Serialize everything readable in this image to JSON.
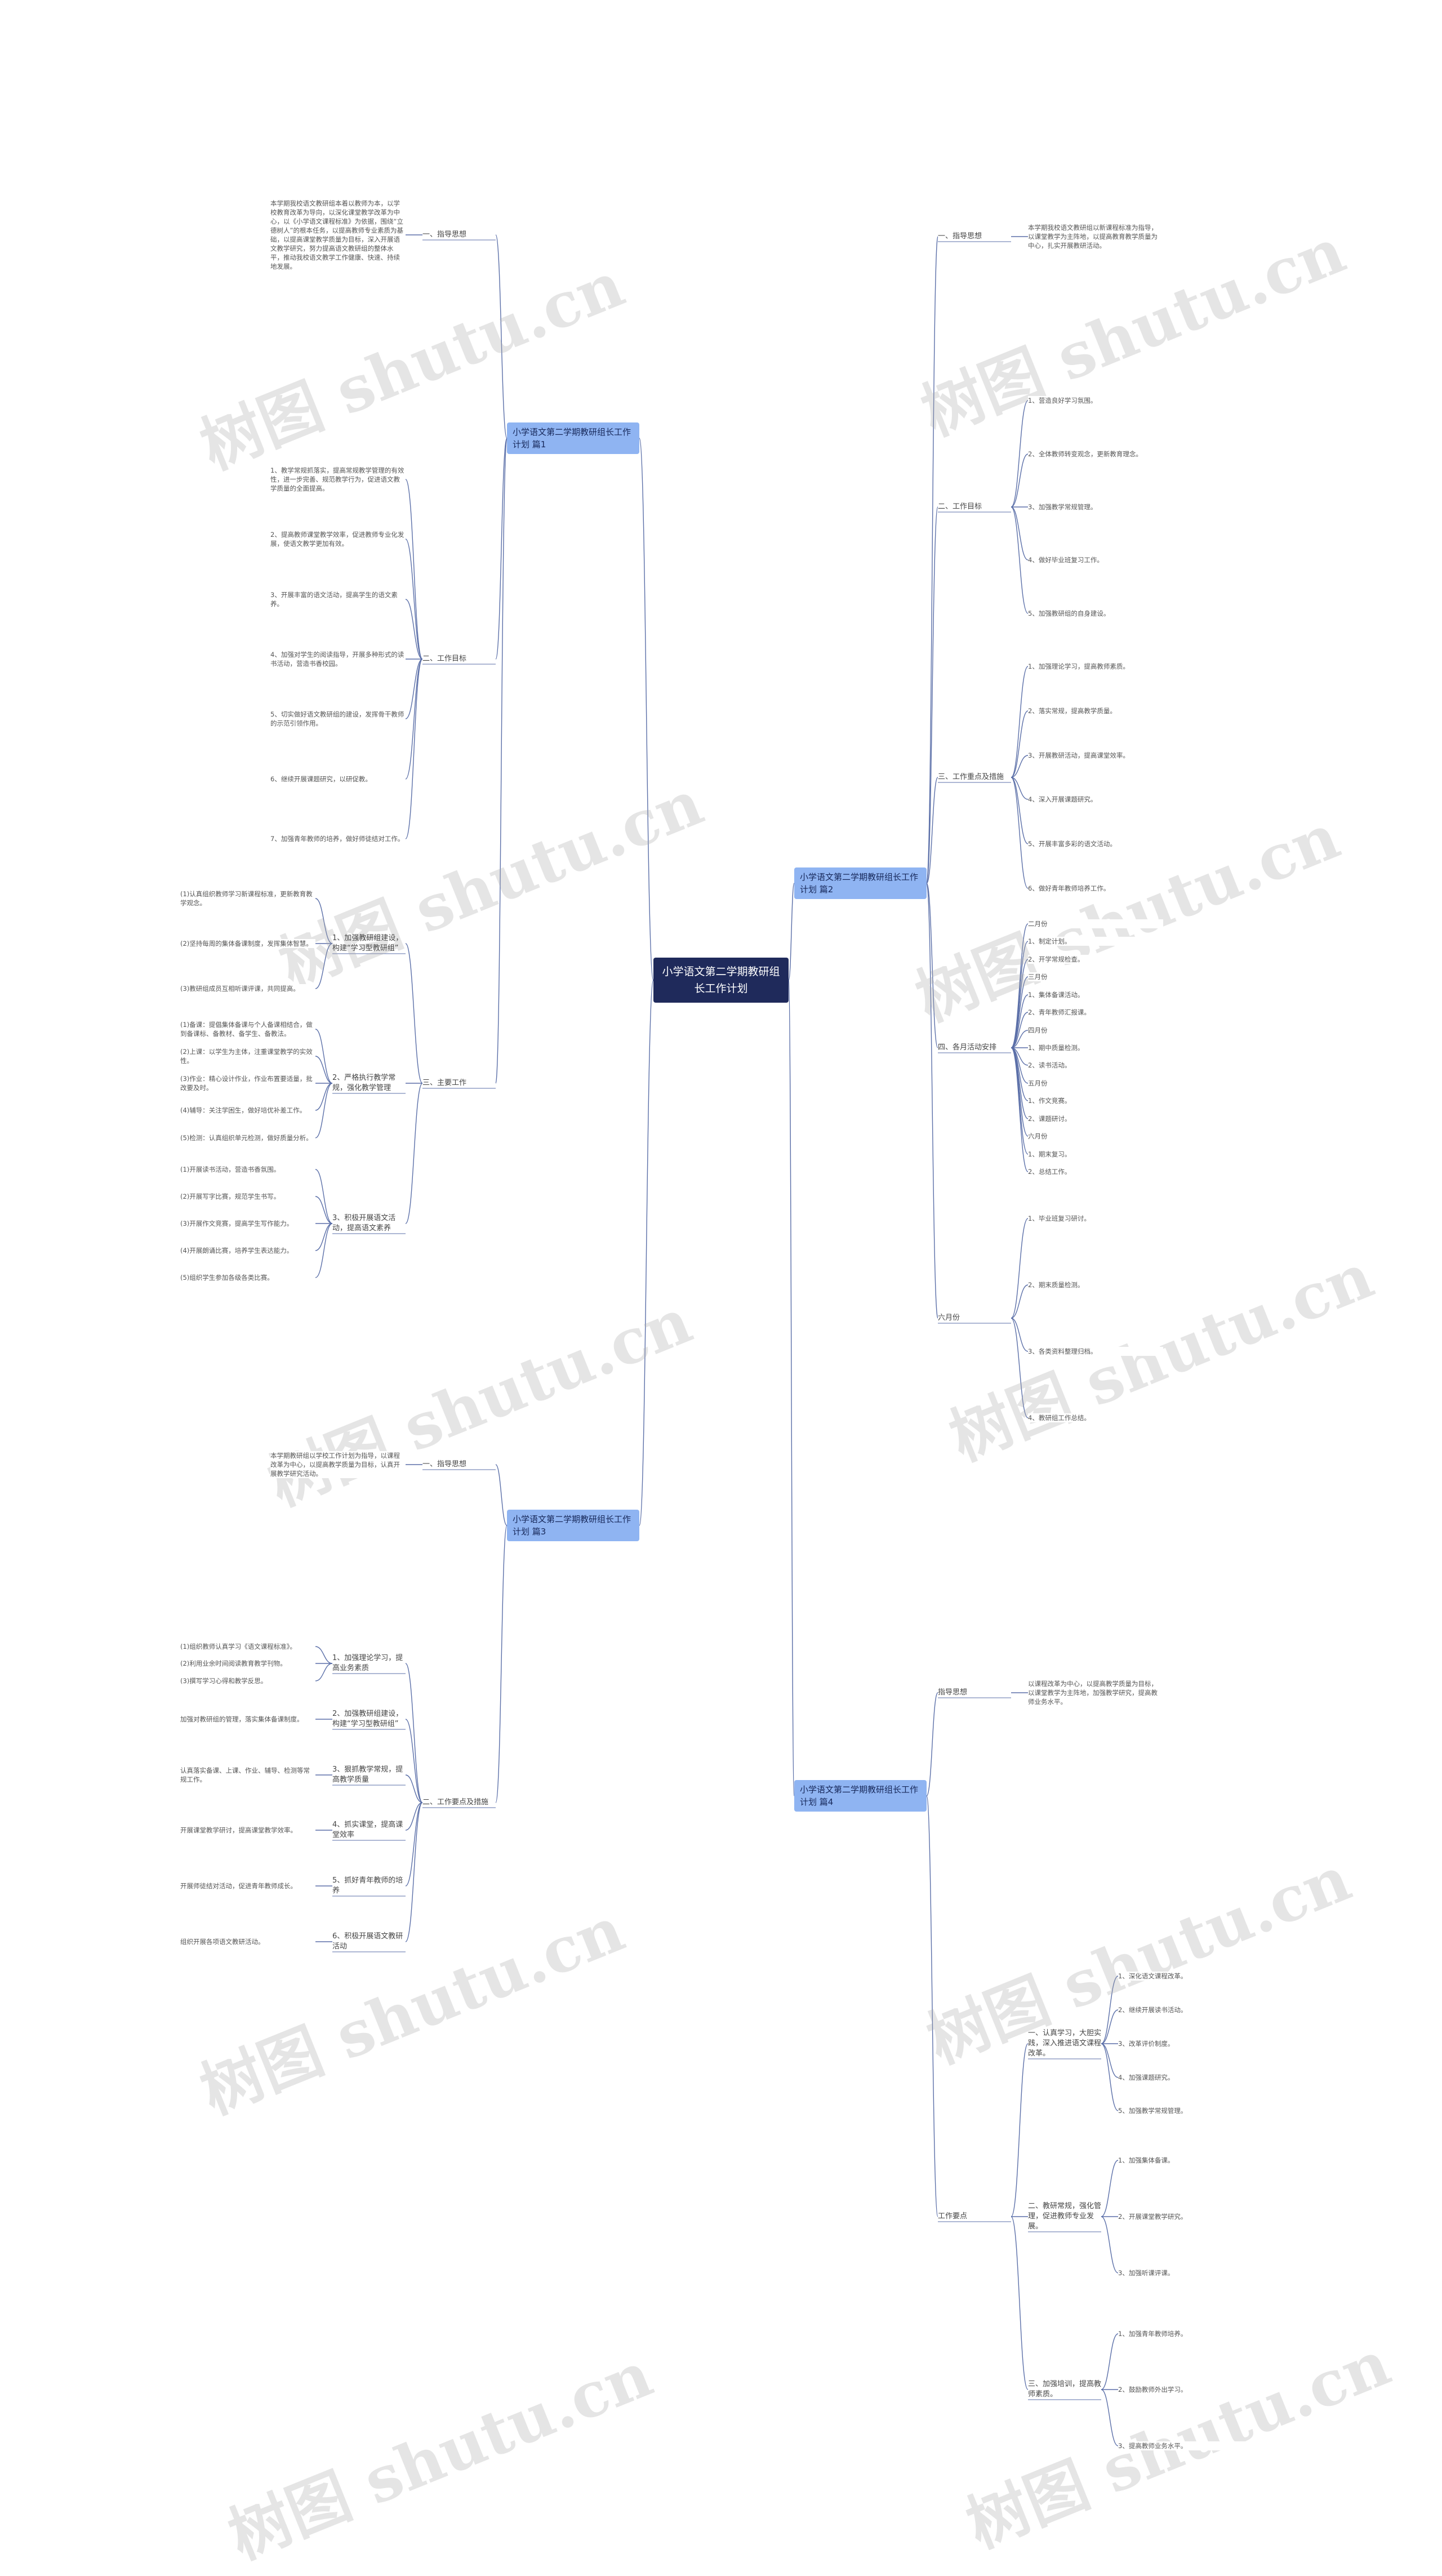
{
  "root": "小学语文第二学期教研组长工作计划",
  "watermark": "树图 shutu.cn",
  "colors": {
    "root": "#1f2a5b",
    "branch": "#8fb4f2",
    "line": "#5b6fa8"
  },
  "branches": [
    {
      "id": "b1",
      "label": "小学语文第二学期教研组长工作计划 篇1",
      "children": [
        {
          "label": "一、指导思想",
          "leaves": [
            "本学期我校语文教研组本着以教师为本，以学校教育改革为导向，以深化课堂教学改革为中心，以《小学语文课程标准》为依据，围绕“立德树人”的根本任务，以提高教师专业素质为基础，以提高课堂教学质量为目标，深入开展语文教学研究，努力提高语文教研组的整体水平，推动我校语文教学工作健康、快速、持续地发展。"
          ]
        },
        {
          "label": "二、工作目标",
          "leaves": [
            "1、教学常规抓落实，提高常规教学管理的有效性，进一步完善、规范教学行为，促进语文教学质量的全面提高。",
            "2、提高教师课堂教学效率，促进教师专业化发展，使语文教学更加有效。",
            "3、开展丰富的语文活动，提高学生的语文素养。",
            "4、加强对学生的阅读指导，开展多种形式的读书活动，营造书香校园。",
            "5、切实做好语文教研组的建设，发挥骨干教师的示范引领作用。",
            "6、继续开展课题研究，以研促教。",
            "7、加强青年教师的培养，做好师徒结对工作。"
          ]
        },
        {
          "label": "三、主要工作",
          "children": [
            {
              "label": "1、加强教研组建设，构建“学习型教研组”",
              "leaves": [
                "(1)认真组织教师学习新课程标准，更新教育教学观念。",
                "(2)坚持每周的集体备课制度，发挥集体智慧。",
                "(3)教研组成员互相听课评课，共同提高。"
              ]
            },
            {
              "label": "2、严格执行教学常规，强化教学管理",
              "leaves": [
                "(1)备课：提倡集体备课与个人备课相结合，做到备课标、备教材、备学生、备教法。",
                "(2)上课：以学生为主体，注重课堂教学的实效性。",
                "(3)作业：精心设计作业，作业布置要适量，批改要及时。",
                "(4)辅导：关注学困生，做好培优补差工作。",
                "(5)检测：认真组织单元检测，做好质量分析。"
              ]
            },
            {
              "label": "3、积极开展语文活动，提高语文素养",
              "leaves": [
                "(1)开展读书活动，营造书香氛围。",
                "(2)开展写字比赛，规范学生书写。",
                "(3)开展作文竞赛，提高学生写作能力。",
                "(4)开展朗诵比赛，培养学生表达能力。",
                "(5)组织学生参加各级各类比赛。"
              ]
            }
          ]
        }
      ]
    },
    {
      "id": "b2",
      "label": "小学语文第二学期教研组长工作计划 篇2",
      "children": [
        {
          "label": "一、指导思想",
          "leaves": [
            "本学期我校语文教研组以新课程标准为指导，以课堂教学为主阵地，以提高教育教学质量为中心，扎实开展教研活动。"
          ]
        },
        {
          "label": "二、工作目标",
          "leaves": [
            "1、营造良好学习氛围。",
            "2、全体教师转变观念，更新教育理念。",
            "3、加强教学常规管理。",
            "4、做好毕业班复习工作。",
            "5、加强教研组的自身建设。"
          ]
        },
        {
          "label": "三、工作重点及措施",
          "leaves": [
            "1、加强理论学习，提高教师素质。",
            "2、落实常规，提高教学质量。",
            "3、开展教研活动，提高课堂效率。",
            "4、深入开展课题研究。",
            "5、开展丰富多彩的语文活动。",
            "6、做好青年教师培养工作。"
          ]
        },
        {
          "label": "四、各月活动安排",
          "leaves": [
            "二月份",
            "1、制定计划。",
            "2、开学常规检查。",
            "三月份",
            "1、集体备课活动。",
            "2、青年教师汇报课。",
            "四月份",
            "1、期中质量检测。",
            "2、读书活动。",
            "五月份",
            "1、作文竞赛。",
            "2、课题研讨。",
            "六月份",
            "1、期末复习。",
            "2、总结工作。"
          ]
        },
        {
          "label": "六月份",
          "leaves": [
            "1、毕业班复习研讨。",
            "2、期末质量检测。",
            "3、各类资料整理归档。",
            "4、教研组工作总结。"
          ]
        }
      ]
    },
    {
      "id": "b3",
      "label": "小学语文第二学期教研组长工作计划 篇3",
      "children": [
        {
          "label": "一、指导思想",
          "leaves": [
            "本学期教研组以学校工作计划为指导，以课程改革为中心，以提高教学质量为目标，认真开展教学研究活动。"
          ]
        },
        {
          "label": "二、工作要点及措施",
          "children": [
            {
              "label": "1、加强理论学习，提高业务素质",
              "leaves": [
                "(1)组织教师认真学习《语文课程标准》。",
                "(2)利用业余时间阅读教育教学刊物。",
                "(3)撰写学习心得和教学反思。"
              ]
            },
            {
              "label": "2、加强教研组建设，构建“学习型教研组”",
              "leaves": [
                "加强对教研组的管理，落实集体备课制度。"
              ]
            },
            {
              "label": "3、狠抓教学常规，提高教学质量",
              "leaves": [
                "认真落实备课、上课、作业、辅导、检测等常规工作。"
              ]
            },
            {
              "label": "4、抓实课堂，提高课堂效率",
              "leaves": [
                "开展课堂教学研讨，提高课堂教学效率。"
              ]
            },
            {
              "label": "5、抓好青年教师的培养",
              "leaves": [
                "开展师徒结对活动，促进青年教师成长。"
              ]
            },
            {
              "label": "6、积极开展语文教研活动",
              "leaves": [
                "组织开展各项语文教研活动。"
              ]
            }
          ]
        }
      ]
    },
    {
      "id": "b4",
      "label": "小学语文第二学期教研组长工作计划 篇4",
      "children": [
        {
          "label": "指导思想",
          "leaves": [
            "以课程改革为中心，以提高教学质量为目标，以课堂教学为主阵地，加强教学研究，提高教师业务水平。"
          ]
        },
        {
          "label": "工作要点",
          "children": [
            {
              "label": "一、认真学习，大胆实践，深入推进语文课程改革。",
              "leaves": [
                "1、深化语文课程改革。",
                "2、继续开展读书活动。",
                "3、改革评价制度。",
                "4、加强课题研究。",
                "5、加强教学常规管理。"
              ]
            },
            {
              "label": "二、教研常规，强化管理，促进教师专业发展。",
              "leaves": [
                "1、加强集体备课。",
                "2、开展课堂教学研究。",
                "3、加强听课评课。"
              ]
            },
            {
              "label": "三、加强培训，提高教师素质。",
              "leaves": [
                "1、加强青年教师培养。",
                "2、鼓励教师外出学习。",
                "3、提高教师业务水平。"
              ]
            }
          ]
        }
      ]
    }
  ]
}
